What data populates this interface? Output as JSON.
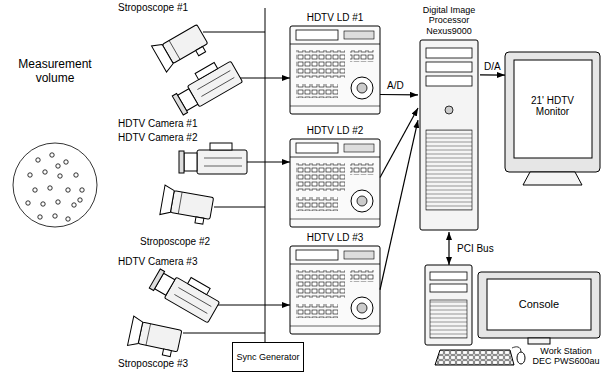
{
  "diagram": {
    "nodes": [
      {
        "text": [
          "HDTV LD #1"
        ]
      },
      {
        "text": [
          "HDTV LD #2"
        ]
      },
      {
        "text": [
          "HDTV LD #3"
        ]
      },
      {
        "text": [
          "Digital Image Processor Nexus9000"
        ]
      },
      {
        "text": [
          "21' HDTV Monitor"
        ]
      },
      {
        "text": [
          "Work Station DEC PWS600au"
        ]
      },
      {
        "text": [
          "Console"
        ],
        "in": 5
      },
      {
        "text": [
          "Sync Generator"
        ]
      }
    ],
    "edges": [
      {
        "from": 0,
        "to": 3,
        "arrow": "to",
        "label": "A/D"
      },
      {
        "from": 1,
        "to": 3,
        "arrow": "to"
      },
      {
        "from": 2,
        "to": 3,
        "arrow": "to"
      },
      {
        "from": 3,
        "to": 4,
        "arrow": "to",
        "label": "D/A"
      },
      {
        "from": 3,
        "to": 5,
        "arrow": "both",
        "label": "PCI Bus"
      }
    ],
    "labels": [
      "Measurement volume",
      "Stroposcope #1",
      "HDTV Camera #1",
      "HDTV Camera #2",
      "Stroposcope #2",
      "HDTV Camera #3",
      "Stroposcope #3"
    ]
  }
}
